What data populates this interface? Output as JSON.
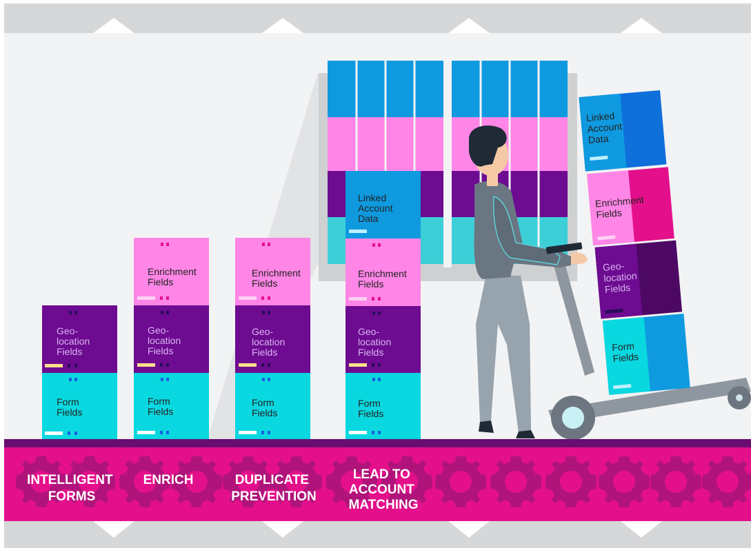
{
  "boxes": {
    "form": "Form Fields",
    "geo": "Geo-location Fields",
    "enrich": "Enrichment Fields",
    "linked": "Linked Account Data"
  },
  "stages": [
    {
      "line1": "INTELLIGENT",
      "line2": "FORMS"
    },
    {
      "line1": "ENRICH"
    },
    {
      "line1": "DUPLICATE",
      "line2": "PREVENTION"
    },
    {
      "line1": "LEAD TO",
      "line2": "ACCOUNT",
      "line3": "MATCHING"
    }
  ],
  "colors": {
    "form": "#0ad8e0",
    "geo": "#6d0b91",
    "enrich": "#ff86e6",
    "linked": "#0f9ae0",
    "belt": "#e4108b",
    "belt_top": "#6a0d73",
    "gear": "#b0147a",
    "wall": "#f2f3f4",
    "roof": "#d6d7d9"
  }
}
